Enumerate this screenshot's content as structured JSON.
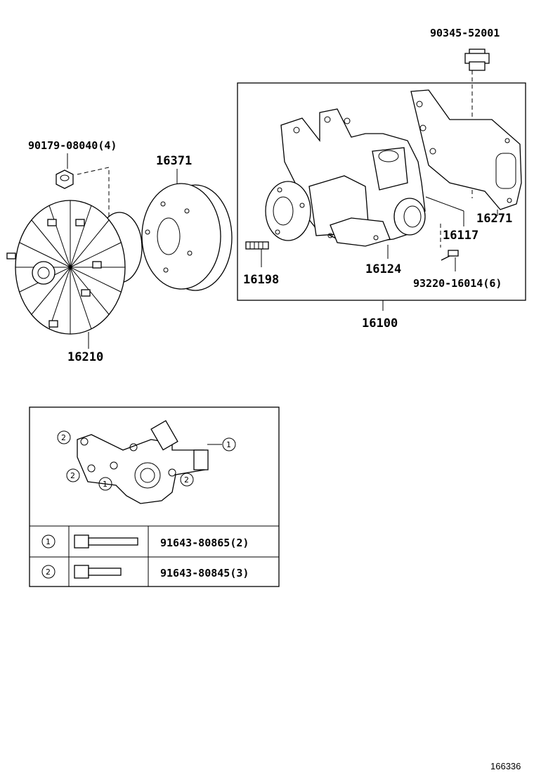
{
  "labels": {
    "plug": "90345-52001",
    "nut": "90179-08040(4)",
    "pulley": "16371",
    "gasket": "16271",
    "stud": "16198",
    "pump_body": "16117",
    "pump_part": "16124",
    "screw": "93220-16014(6)",
    "assembly": "16100",
    "fan_clutch": "16210"
  },
  "detail": {
    "callout_1": "1",
    "callout_2": "2",
    "rows": [
      {
        "mark": "1",
        "part": "91643-80865(2)"
      },
      {
        "mark": "2",
        "part": "91643-80845(3)"
      }
    ]
  },
  "figure_id": "166336"
}
